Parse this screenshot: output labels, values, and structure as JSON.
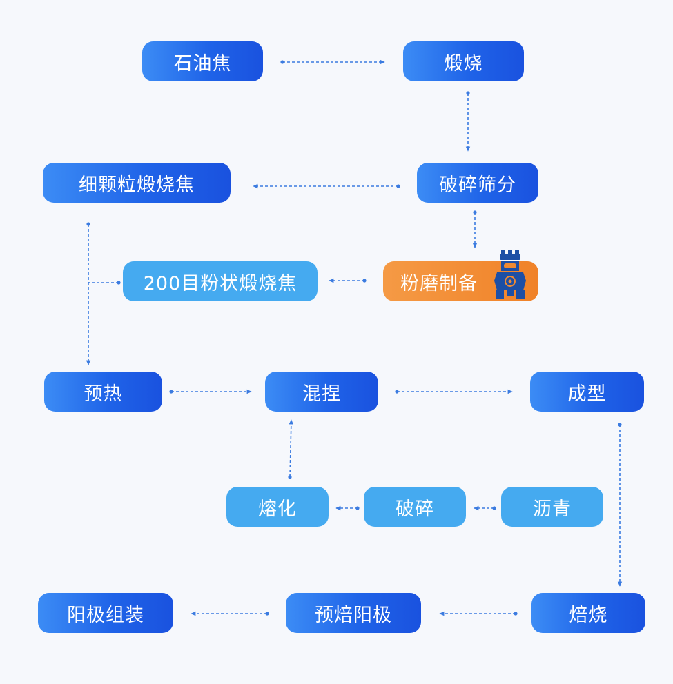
{
  "colors": {
    "primary": "#2a6fee",
    "secondary": "#45aaf0",
    "highlight": "#f08a32",
    "connector": "#3b7be0",
    "icon": "#1d4fa5"
  },
  "nodes": {
    "petroleum_coke": "石油焦",
    "calcination": "煅烧",
    "fine_calcined_coke": "细颗粒煅烧焦",
    "crush_screen": "破碎筛分",
    "powder_calcined_coke": "200目粉状煅烧焦",
    "milling": "粉磨制备",
    "preheat": "预热",
    "kneading": "混捏",
    "forming": "成型",
    "melting": "熔化",
    "crushing": "破碎",
    "pitch": "沥青",
    "anode_assembly": "阳极组装",
    "prebaked_anode": "预焙阳极",
    "baking": "焙烧"
  },
  "icons": {
    "milling": "grinding-mill-icon"
  }
}
